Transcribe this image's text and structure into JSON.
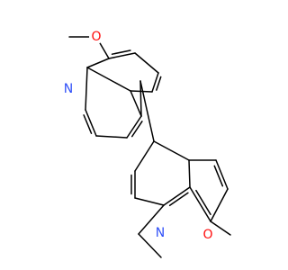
{
  "molecule": {
    "atoms": {
      "o_top": "O",
      "n_top": "N",
      "n_bottom": "N",
      "o_bottom": "O"
    },
    "atom_colors": {
      "O": "#ff0d0d",
      "N": "#3050f8"
    }
  }
}
